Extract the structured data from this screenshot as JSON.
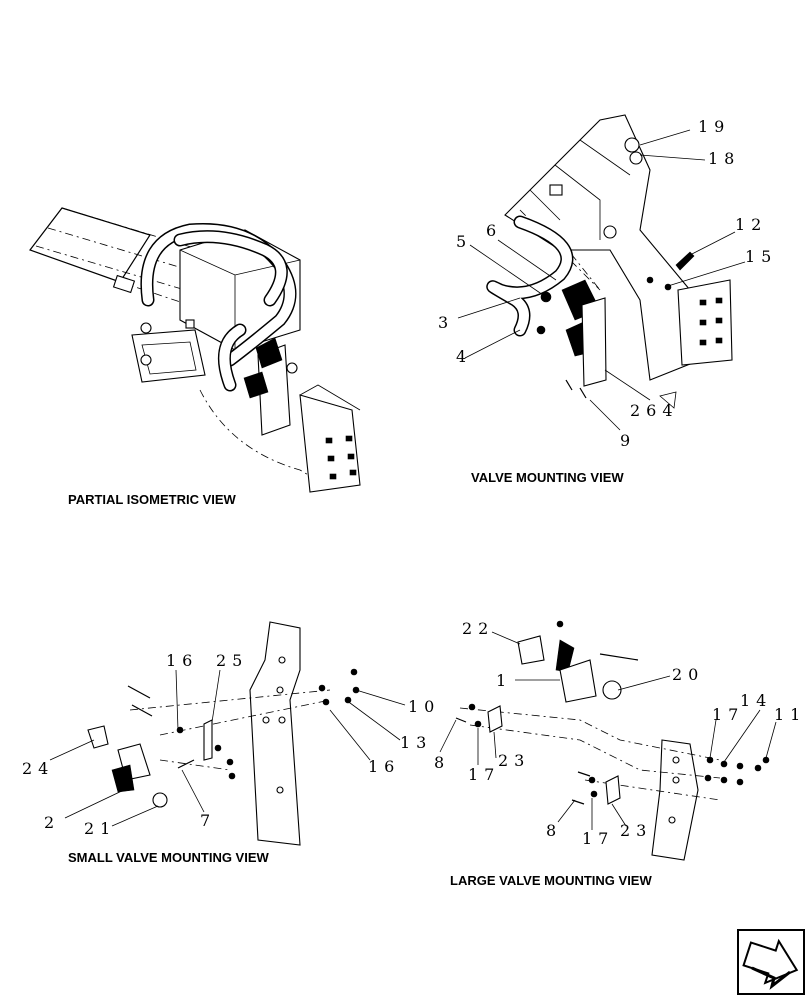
{
  "views": {
    "partial_isometric": "PARTIAL ISOMETRIC VIEW",
    "valve_mounting": "VALVE MOUNTING VIEW",
    "small_valve_mounting": "SMALL VALVE MOUNTING VIEW",
    "large_valve_mounting": "LARGE VALVE MOUNTING VIEW"
  },
  "callouts": {
    "c19": "19",
    "c18": "18",
    "c12": "12",
    "c15": "15",
    "c5": "5",
    "c6": "6",
    "c3": "3",
    "c4": "4",
    "c264": "264",
    "c9": "9",
    "s16a": "16",
    "s25": "25",
    "s10": "10",
    "s13": "13",
    "s16b": "16",
    "s24": "24",
    "s2": "2",
    "s21": "21",
    "s7": "7",
    "l22": "22",
    "l1": "1",
    "l20": "20",
    "l14": "14",
    "l17a": "17",
    "l11": "11",
    "l8a": "8",
    "l17b": "17",
    "l23a": "23",
    "l8b": "8",
    "l17c": "17",
    "l23b": "23"
  },
  "icons": {
    "navigation": "next-page-arrow-icon"
  }
}
